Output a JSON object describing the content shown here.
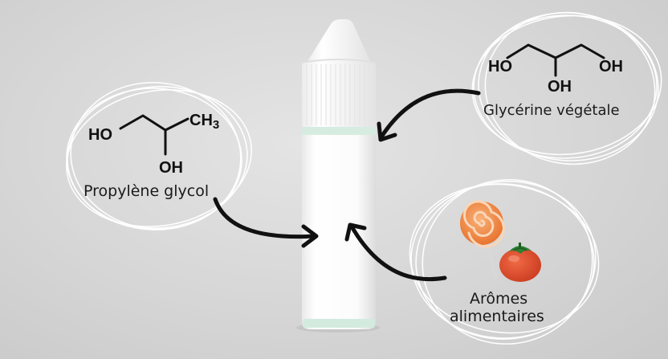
{
  "bottle": {
    "name": "e-liquid bottle"
  },
  "propylene_glycol": {
    "label": "Propylène glycol",
    "groups": {
      "left": "HO",
      "right": "CH3",
      "bottom": "OH"
    }
  },
  "glycerine": {
    "label": "Glycérine végétale",
    "groups": {
      "left": "HO",
      "right": "OH",
      "bottom": "OH"
    }
  },
  "aromas": {
    "label_line1": "Arômes",
    "label_line2": "alimentaires"
  },
  "colors": {
    "background": "#d6d6d6",
    "bottle": "#ffffff",
    "bottle_band": "#cfe8dc",
    "lollipop_orange": "#f2823a",
    "persimmon": "#e0472a",
    "leaf": "#2e7d32",
    "arrow": "#111111",
    "circle_stroke": "#ffffff"
  }
}
